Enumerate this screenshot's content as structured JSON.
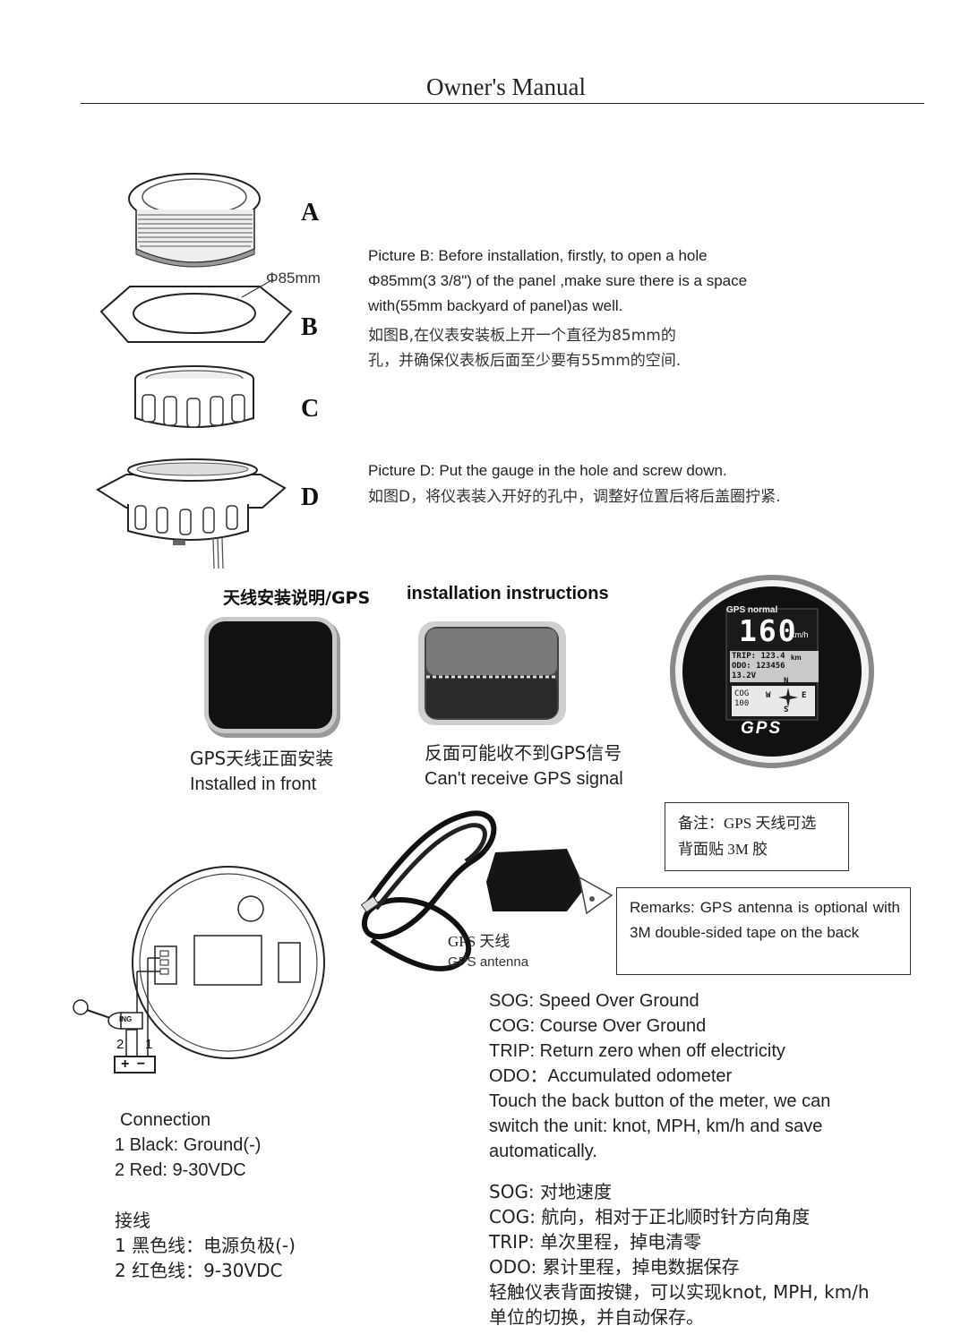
{
  "header": {
    "title": "Owner's Manual"
  },
  "parts": {
    "letters": [
      "A",
      "B",
      "C",
      "D"
    ],
    "hole_label": "Φ85mm"
  },
  "picture_b": {
    "en": [
      "Picture B: Before installation, firstly, to open a hole",
      "Φ85mm(3 3/8\") of the panel ,make sure there is a space",
      "with(55mm backyard of panel)as well."
    ],
    "cn": [
      "如图B,在仪表安装板上开一个直径为85mm的",
      "孔，并确保仪表板后面至少要有55mm的空间."
    ]
  },
  "picture_d": {
    "en": "Picture D: Put the gauge in the hole and screw down.",
    "cn": "如图D，将仪表装入开好的孔中，调整好位置后将后盖圈拧紧."
  },
  "gps_section": {
    "heading_cn": "天线安装说明/GPS",
    "heading_en": "installation instructions",
    "front": {
      "cn": "GPS天线正面安装",
      "en": "Installed in front"
    },
    "back": {
      "cn": "反面可能收不到GPS信号",
      "en": "Can't receive GPS signal"
    }
  },
  "gauge_display": {
    "status": "GPS normal",
    "speed": "160",
    "unit": "km/h",
    "trip": "TRIP: 123.4",
    "trip_unit": "km",
    "odo": "ODO: 123456",
    "voltage": "13.2V",
    "cog_label": "COG",
    "cog_value": "100",
    "compass": [
      "N",
      "W",
      "E",
      "S"
    ],
    "brand": "GPS"
  },
  "remarks": {
    "cn": [
      "备注：GPS 天线可选",
      "背面贴 3M 胶"
    ],
    "en": "Remarks: GPS antenna is optional with 3M double-sided tape on the back"
  },
  "antenna": {
    "cn": "GPS 天线",
    "en": "GPS antenna"
  },
  "wiring": {
    "ign": "ING",
    "pins": [
      "2",
      "1"
    ],
    "battery": "+ −"
  },
  "connection": {
    "en": [
      "Connection",
      "1 Black: Ground(-)",
      "2 Red: 9-30VDC"
    ],
    "cn": [
      "接线",
      "1  黑色线：电源负极(-)",
      "2  红色线：9-30VDC"
    ]
  },
  "definitions_en": [
    "SOG: Speed Over Ground",
    "COG: Course Over Ground",
    "TRIP: Return zero when off electricity",
    "ODO：Accumulated odometer",
    "Touch the back button of the meter, we can",
    "switch the unit: knot, MPH, km/h and save",
    "automatically."
  ],
  "definitions_cn": [
    "SOG: 对地速度",
    "COG: 航向，相对于正北顺时针方向角度",
    "TRIP: 单次里程，掉电清零",
    "ODO: 累计里程，掉电数据保存",
    "轻触仪表背面按键，可以实现knot, MPH, km/h",
    "单位的切换，并自动保存。"
  ]
}
